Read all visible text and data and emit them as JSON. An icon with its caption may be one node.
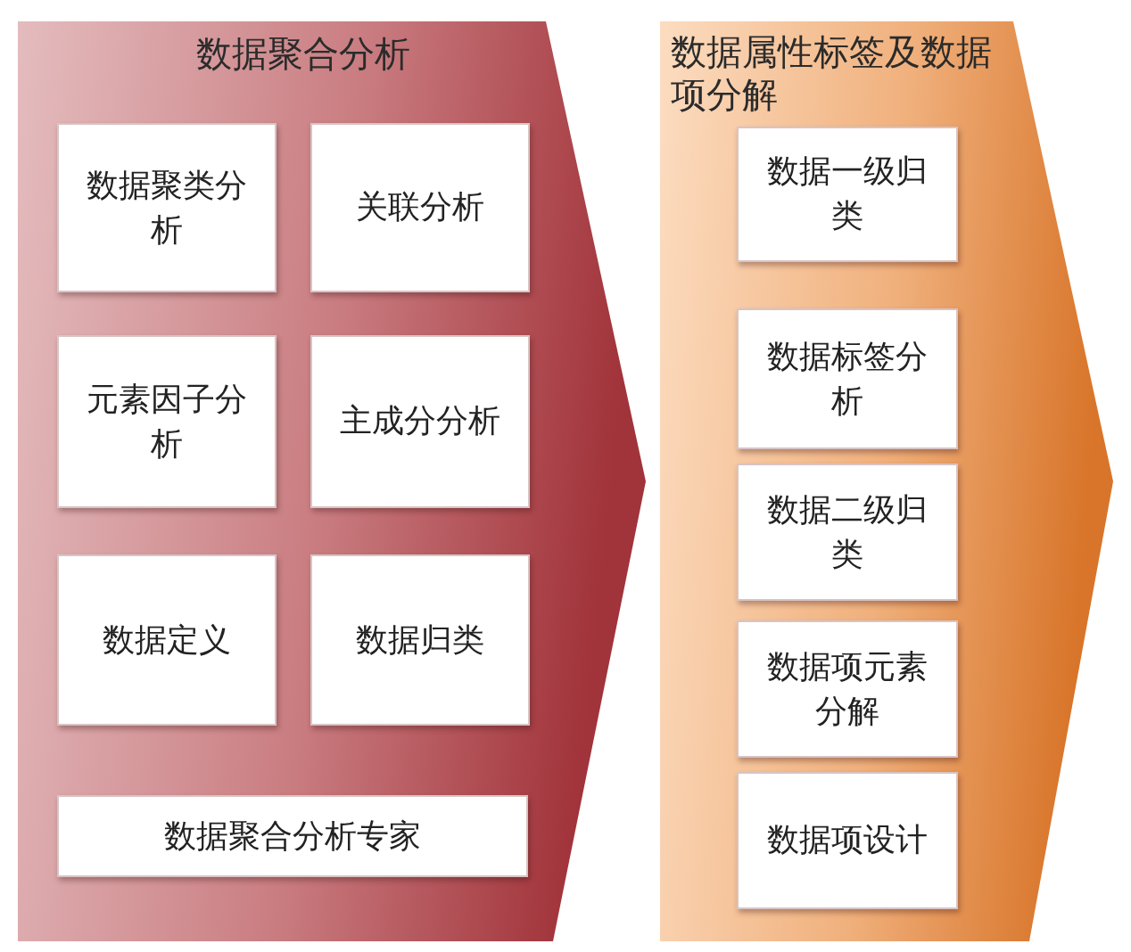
{
  "diagram": {
    "nodes": [
      {
        "text": [
          "数据聚合分析"
        ]
      },
      {
        "text": [
          "数据聚类分析"
        ],
        "in": 0
      },
      {
        "text": [
          "关联分析"
        ],
        "in": 0
      },
      {
        "text": [
          "元素因子分析"
        ],
        "in": 0
      },
      {
        "text": [
          "主成分分析"
        ],
        "in": 0
      },
      {
        "text": [
          "数据定义"
        ],
        "in": 0
      },
      {
        "text": [
          "数据归类"
        ],
        "in": 0
      },
      {
        "text": [
          "数据聚合分析专家"
        ],
        "in": 0
      },
      {
        "text": [
          "数据属性标签及数据项分解"
        ]
      },
      {
        "text": [
          "数据一级归类"
        ],
        "in": 8
      },
      {
        "text": [
          "数据标签分析"
        ],
        "in": 8
      },
      {
        "text": [
          "数据二级归类"
        ],
        "in": 8
      },
      {
        "text": [
          "数据项元素分解"
        ],
        "in": 8
      },
      {
        "text": [
          "数据项设计"
        ],
        "in": 8
      }
    ]
  }
}
